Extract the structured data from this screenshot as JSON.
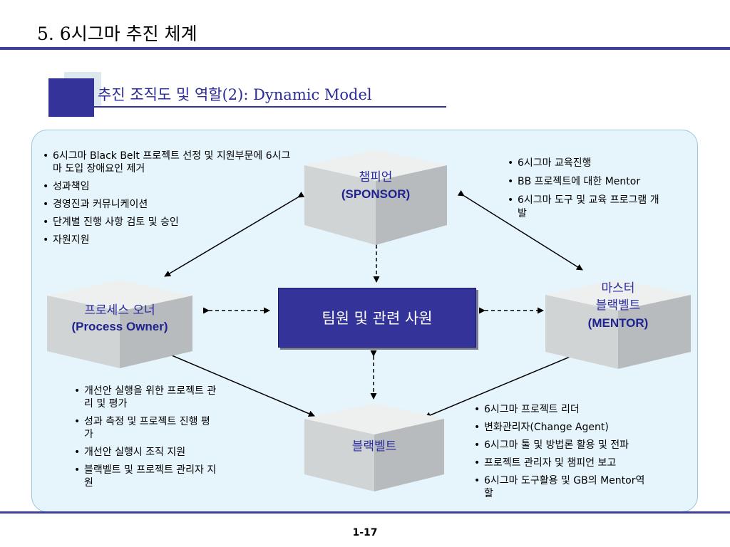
{
  "title": "5. 6시그마 추진 체계",
  "subtitle": "추진 조직도 및 역할(2): Dynamic Model",
  "sponsor": {
    "kr": "챔피언",
    "en": "(SPONSOR)"
  },
  "process_owner": {
    "kr": "프로세스 오너",
    "en": "(Process Owner)"
  },
  "mentor": {
    "kr1": "마스터",
    "kr2": "블랙벨트",
    "en": "(MENTOR)"
  },
  "blackbelt": {
    "kr": "블랙벨트"
  },
  "center": {
    "label": "팀원 및 관련 사원"
  },
  "sponsor_roles_left": [
    "6시그마 Black Belt 프로젝트 선정 및 지원부문에 6시그마 도입 장애요인 제거",
    "성과책임",
    "경영진과 커뮤니케이션",
    "단계별 진행 사항 검토 및 승인",
    "자원지원"
  ],
  "mentor_roles": [
    "6시그마 교육진행",
    "BB 프로젝트에 대한 Mentor",
    "6시그마 도구 및 교육 프로그램 개발"
  ],
  "process_owner_roles": [
    "개선안 실행을 위한 프로젝트 관리 및 평가",
    "성과 측정 및 프로젝트 진행 평가",
    "개선안 실행시 조직 지원",
    "블랙벨트 및 프로젝트 관리자 지원"
  ],
  "blackbelt_roles": [
    "6시그마 프로젝트 리더",
    "변화관리자(Change Agent)",
    "6시그마 툴 및 방법론 활용 및 전파",
    "프로젝트 관리자 및 챔피언 보고",
    "6시그마 도구활용 및 GB의 Mentor역할"
  ],
  "page_number": "1-17",
  "colors": {
    "accent": "#333399",
    "panel": "#e6f4fb",
    "box_top": "#eef0f0",
    "box_front": "#c9cccd",
    "box_side": "#b4b8ba"
  }
}
